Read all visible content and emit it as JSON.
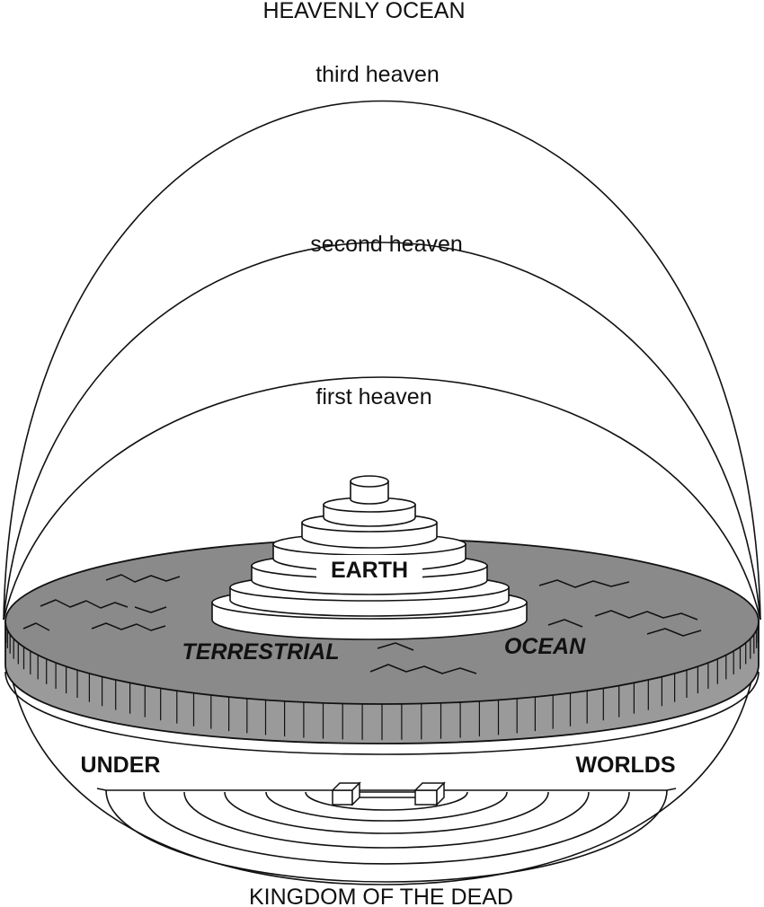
{
  "labels": {
    "heavenly_ocean": "HEAVENLY OCEAN",
    "third_heaven": "third heaven",
    "second_heaven": "second heaven",
    "first_heaven": "first heaven",
    "earth": "EARTH",
    "terrestrial": "TERRESTRIAL",
    "ocean": "OCEAN",
    "under": "UNDER",
    "worlds": "WORLDS",
    "kingdom_of_the_dead": "KINGDOM OF THE DEAD"
  },
  "colors": {
    "line": "#111111",
    "ocean_fill": "#8a8a8a",
    "rim_fill": "#9a9a9a",
    "background": "#ffffff"
  }
}
